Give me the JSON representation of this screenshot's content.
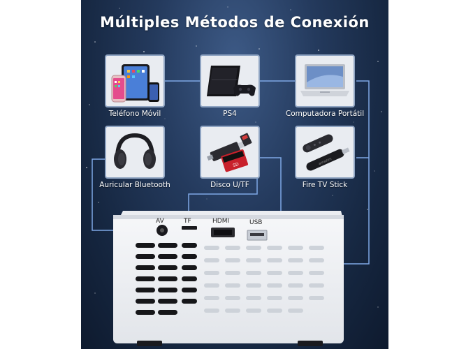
{
  "title": "Múltiples Métodos de Conexión",
  "devices": [
    {
      "label": "Teléfono Móvil",
      "icon": "phone-tablet-icon"
    },
    {
      "label": "PS4",
      "icon": "game-console-icon"
    },
    {
      "label": "Computadora Portátil",
      "icon": "laptop-icon"
    },
    {
      "label": "Auricular Bluetooth",
      "icon": "headphones-icon"
    },
    {
      "label": "Disco U/TF",
      "icon": "usb-sd-card-icon"
    },
    {
      "label": "Fire TV Stick",
      "icon": "fire-tv-stick-icon"
    }
  ],
  "ports": {
    "av": "AV",
    "tf": "TF",
    "hdmi": "HDMI",
    "usb": "USB"
  },
  "colors": {
    "background": "#1c2f4e",
    "wire": "#7fa8e6",
    "box_border": "#8fa4c2",
    "text": "#ffffff"
  }
}
